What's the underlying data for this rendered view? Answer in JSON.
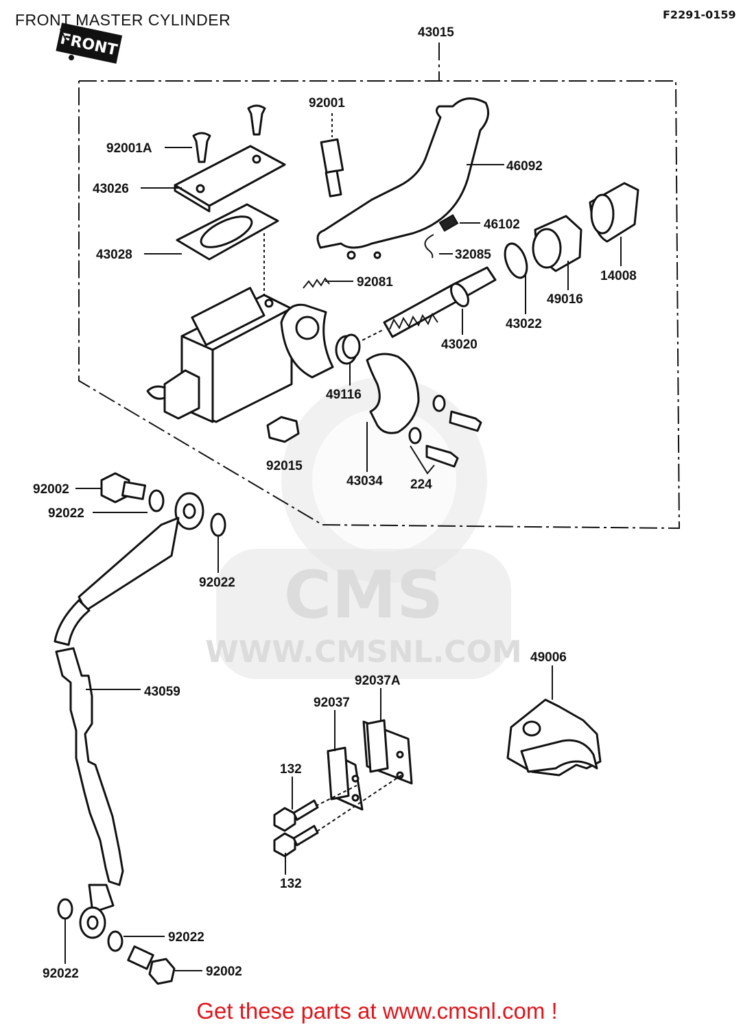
{
  "header": {
    "title": "FRONT MASTER CYLINDER",
    "diagram_code": "F2291-0159"
  },
  "front_badge": "FRONT",
  "watermark": {
    "brand": "CMS",
    "url": "WWW.CMSNL.COM"
  },
  "labels": {
    "l43015": "43015",
    "l92001": "92001",
    "l92001A": "92001A",
    "l46092": "46092",
    "l43026": "43026",
    "l46102": "46102",
    "l43028": "43028",
    "l32085": "32085",
    "l14008": "14008",
    "l92081": "92081",
    "l49016": "49016",
    "l43022": "43022",
    "l43020": "43020",
    "l49116": "49116",
    "l92015": "92015",
    "l43034": "43034",
    "l224": "224",
    "l92002_top": "92002",
    "l92022_a": "92022",
    "l92022_b": "92022",
    "l43059": "43059",
    "l49006": "49006",
    "l92037A": "92037A",
    "l92037": "92037",
    "l132_top": "132",
    "l132_bottom": "132",
    "l92022_c": "92022",
    "l92022_d": "92022",
    "l92002_bottom": "92002"
  },
  "footer": {
    "text": "Get these parts at www.cmsnl.com !"
  },
  "colors": {
    "footer_text": "#e0141a",
    "line_art": "#111111",
    "watermark": "#e0e0e0"
  }
}
